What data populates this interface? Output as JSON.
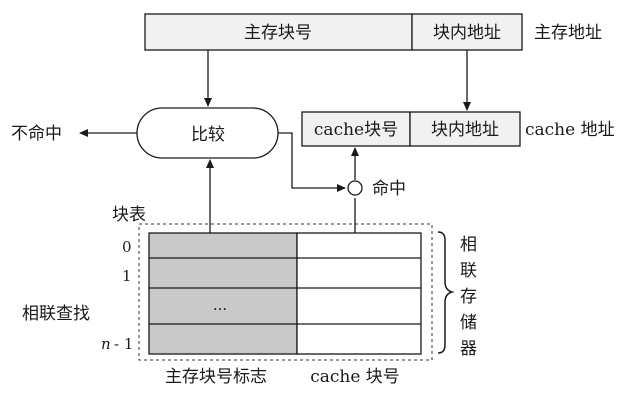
{
  "main_address": {
    "block_number": "主存块号",
    "in_block_offset": "块内地址",
    "label": "主存地址"
  },
  "cache_address": {
    "block_number": "cache块号",
    "in_block_offset": "块内地址",
    "label": "cache 地址"
  },
  "comparator": {
    "label": "比较"
  },
  "outputs": {
    "miss": "不命中",
    "hit": "命中"
  },
  "block_table": {
    "title": "块表",
    "row_labels": [
      "0",
      "1",
      "n",
      "- 1"
    ],
    "ellipsis": "···",
    "col_tag": "主存块号标志",
    "col_cache": "cache 块号",
    "lookup_label": "相联查找",
    "memory_label": [
      "相",
      "联",
      "存",
      "储",
      "器"
    ]
  },
  "colors": {
    "tag_fill": "#c9c9c9",
    "box_fill": "#f1f1f1",
    "stroke": "#1a1a1a"
  }
}
